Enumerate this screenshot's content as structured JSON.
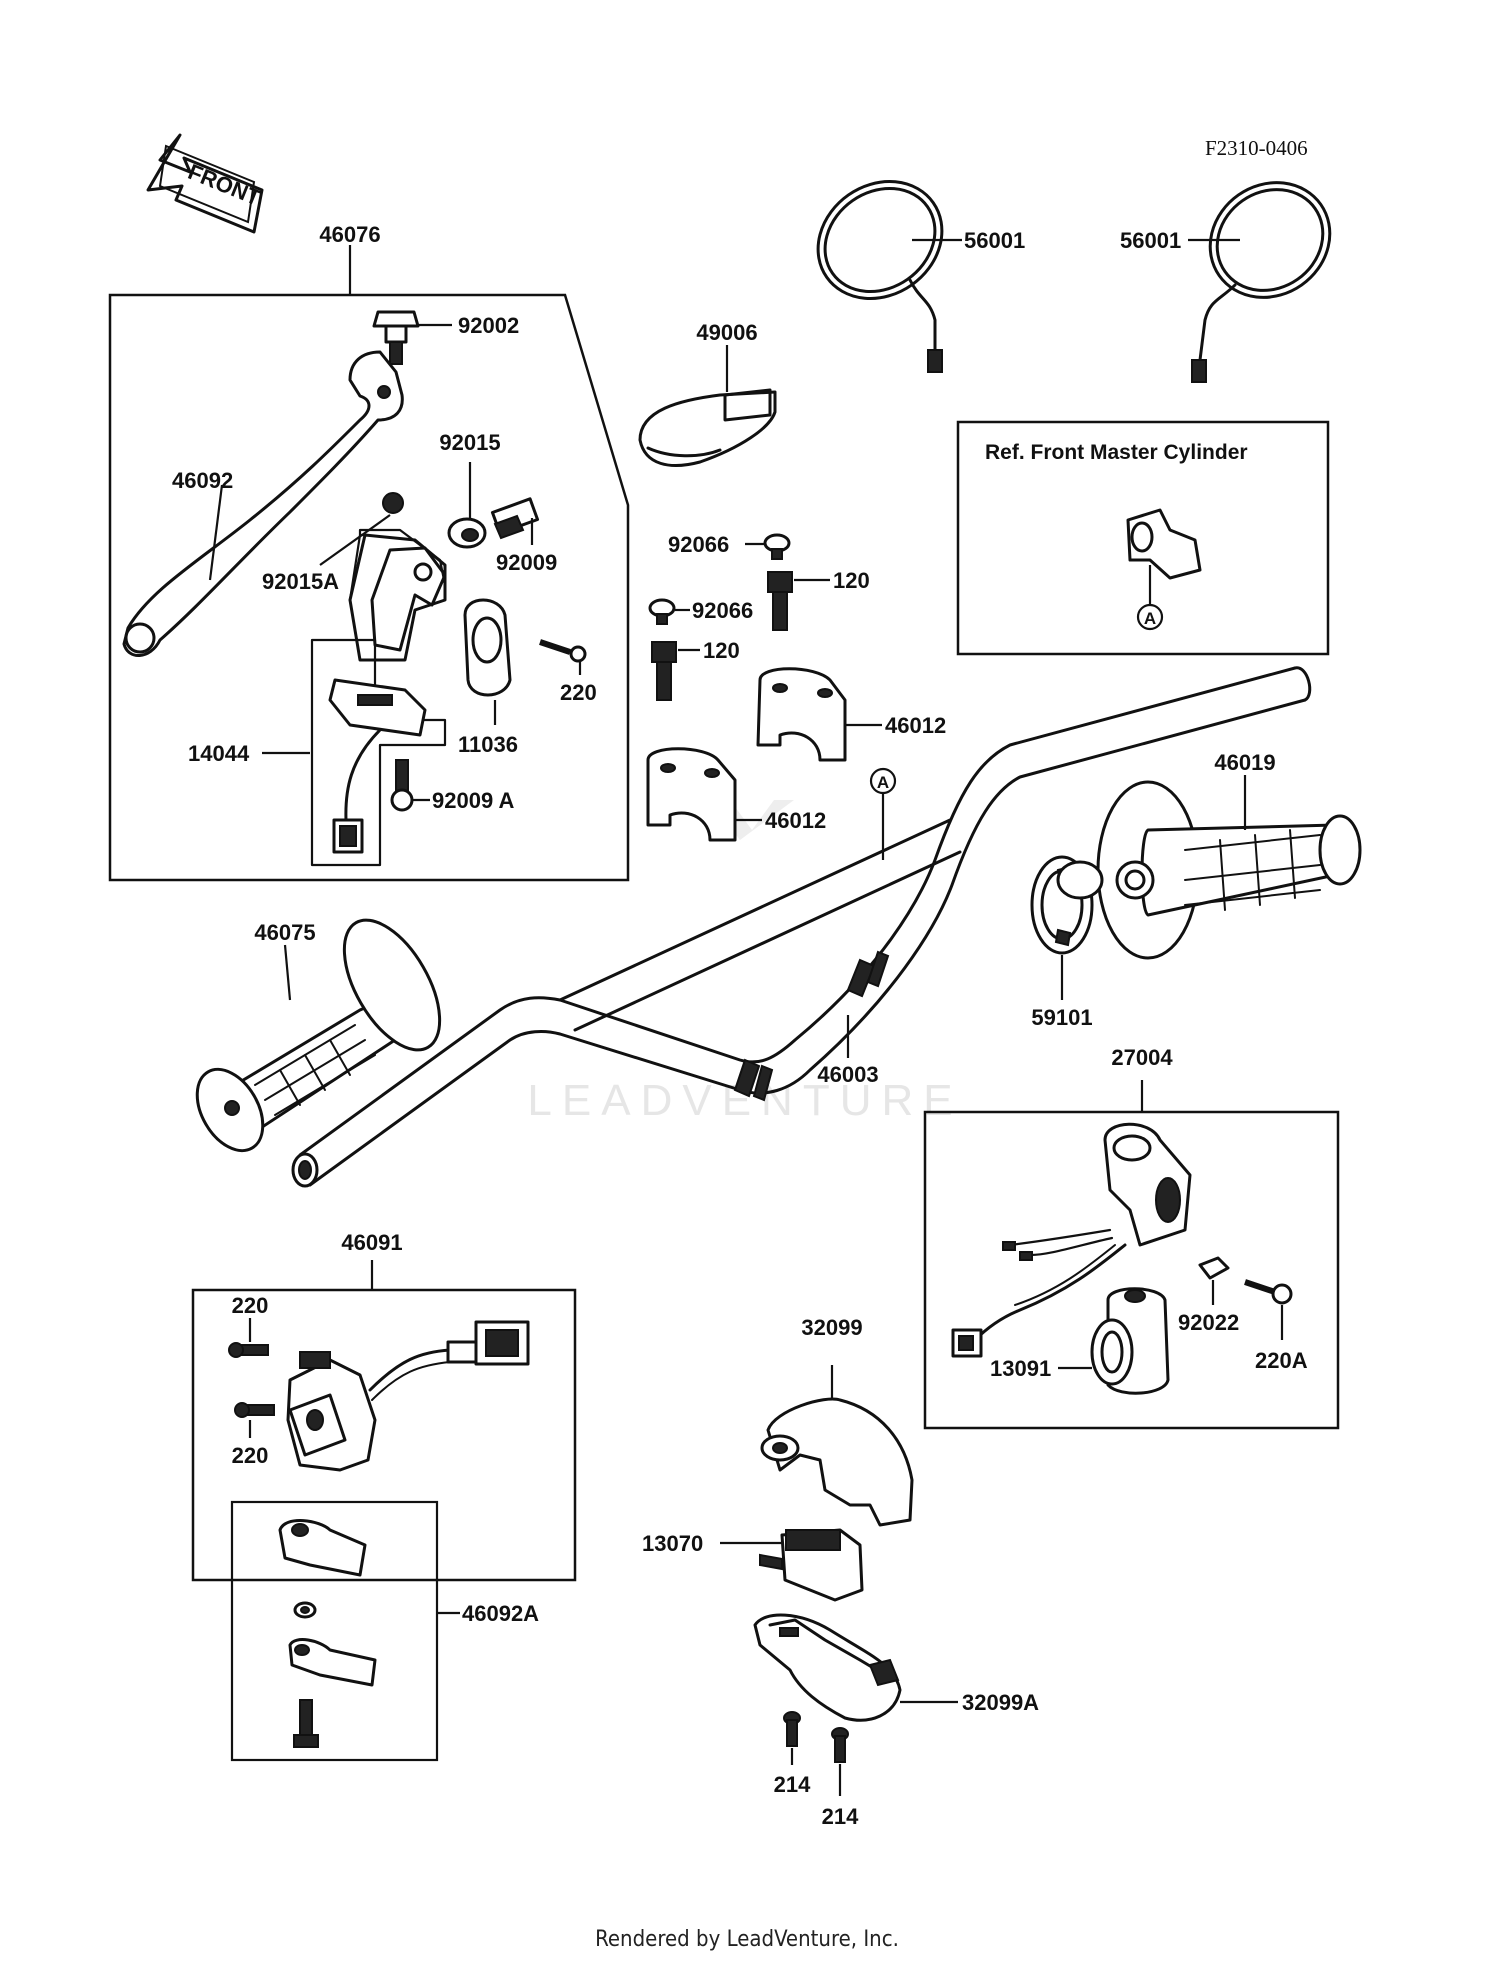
{
  "drawing_code": "F2310-0406",
  "front_arrow_label": "FRONT",
  "reference_note": "Ref. Front Master Cylinder",
  "reference_mark": "A",
  "watermark_text": "LEADVENTURE",
  "footer": "Rendered by LeadVenture, Inc.",
  "labels": {
    "p46076": "46076",
    "p92002": "92002",
    "p46092": "46092",
    "p92015": "92015",
    "p92015A": "92015A",
    "p92009": "92009",
    "p220_lever": "220",
    "p11036": "11036",
    "p14044": "14044",
    "p92009A": "92009 A",
    "p49006": "49006",
    "p56001_left": "56001",
    "p56001_right": "56001",
    "p92066_top": "92066",
    "p120_top": "120",
    "p92066_bottom": "92066",
    "p120_bottom": "120",
    "p46012_upper": "46012",
    "p46012_lower": "46012",
    "p46019": "46019",
    "p46075": "46075",
    "p59101": "59101",
    "p46003": "46003",
    "p27004": "27004",
    "p13091": "13091",
    "p92022": "92022",
    "p220A": "220A",
    "p46091": "46091",
    "p220_switch_top": "220",
    "p220_switch_bottom": "220",
    "p46092A": "46092A",
    "p32099": "32099",
    "p13070": "13070",
    "p32099A": "32099A",
    "p214_left": "214",
    "p214_right": "214"
  },
  "colors": {
    "ink": "#111111",
    "paper": "#ffffff",
    "watermark": "#e6e6e6"
  }
}
